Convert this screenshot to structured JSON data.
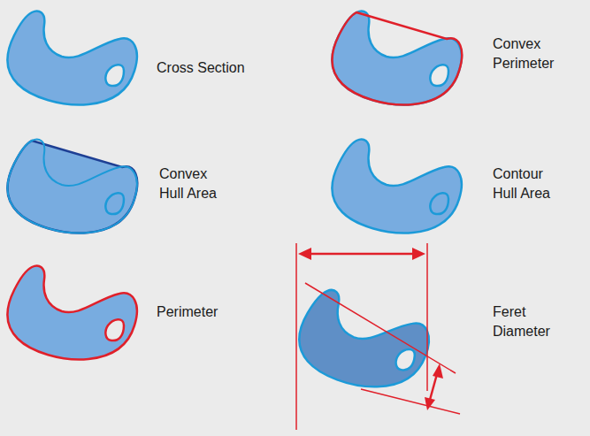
{
  "diagram": {
    "labels": [
      "Cross Section",
      "Convex Perimeter",
      "Convex Hull Area",
      "Contour Hull Area",
      "Perimeter",
      "Feret Diameter"
    ]
  }
}
